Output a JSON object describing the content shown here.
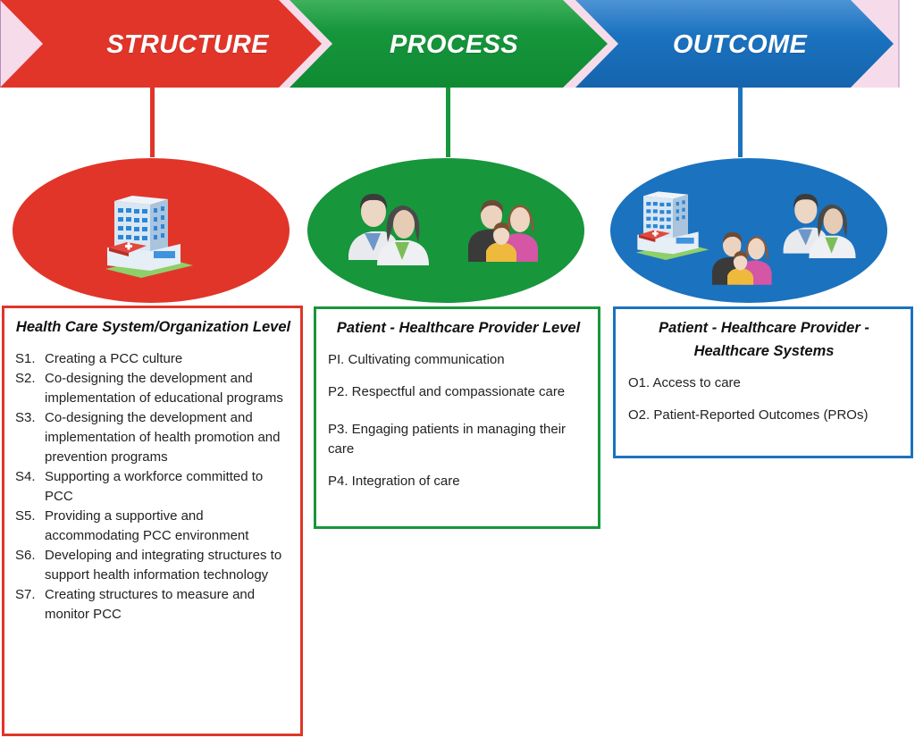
{
  "colors": {
    "structure": "#e1352a",
    "process": "#17963c",
    "outcome": "#1b72bf",
    "background_strip": "#f6dcea"
  },
  "banner": {
    "arrows": [
      {
        "id": "structure",
        "label": "STRUCTURE"
      },
      {
        "id": "process",
        "label": "PROCESS"
      },
      {
        "id": "outcome",
        "label": "OUTCOME"
      }
    ]
  },
  "ovals": {
    "structure": {
      "icons": [
        "hospital-building-icon"
      ]
    },
    "process": {
      "icons": [
        "doctors-icon",
        "family-icon"
      ]
    },
    "outcome": {
      "icons": [
        "hospital-building-icon",
        "family-icon",
        "doctors-icon"
      ]
    }
  },
  "structure_box": {
    "title": "Health Care System/Organization Level",
    "items": [
      {
        "num": "S1.",
        "text": "Creating a PCC culture"
      },
      {
        "num": "S2.",
        "text": "Co-designing the development and implementation of educational programs"
      },
      {
        "num": "S3.",
        "text": "Co-designing the development and implementation of health promotion and prevention programs"
      },
      {
        "num": "S4.",
        "text": "Supporting a workforce committed to PCC"
      },
      {
        "num": "S5.",
        "text": "Providing a supportive and accommodating PCC environment"
      },
      {
        "num": "S6.",
        "text": "Developing and integrating structures to support health information technology"
      },
      {
        "num": "S7.",
        "text": "Creating structures to measure and monitor PCC"
      }
    ]
  },
  "process_box": {
    "title": "Patient - Healthcare Provider Level",
    "items": [
      "PI. Cultivating communication",
      "P2. Respectful and compassionate care",
      "P3. Engaging patients in managing their care",
      "P4. Integration of care"
    ]
  },
  "outcome_box": {
    "title": "Patient - Healthcare Provider - Healthcare Systems",
    "items": [
      "O1. Access to care",
      "O2. Patient-Reported Outcomes (PROs)"
    ]
  }
}
